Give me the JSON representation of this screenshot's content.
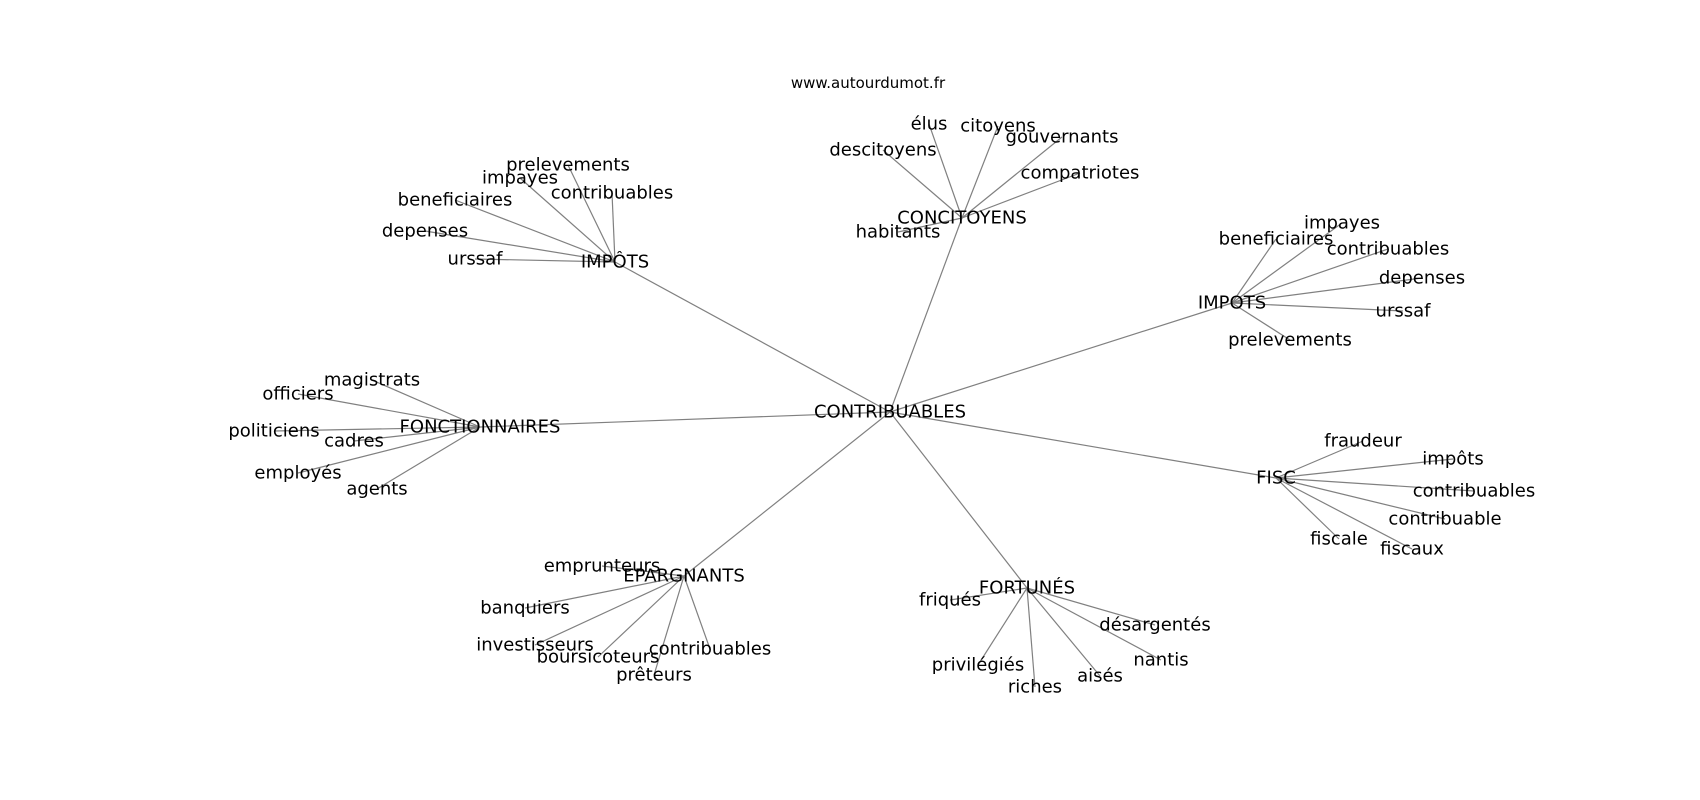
{
  "source_label": "www.autourdumot.fr",
  "root": "CONTRIBUABLES",
  "clusters": [
    {
      "hub": "IMPÔTS",
      "leaves": [
        "prelevements",
        "impayes",
        "beneficiaires",
        "contribuables",
        "depenses",
        "urssaf"
      ]
    },
    {
      "hub": "CONCITOYENS",
      "leaves": [
        "élus",
        "citoyens",
        "gouvernants",
        "descitoyens",
        "compatriotes",
        "habitants"
      ]
    },
    {
      "hub": "IMPOTS",
      "leaves": [
        "impayes",
        "beneficiaires",
        "contribuables",
        "depenses",
        "urssaf",
        "prelevements"
      ]
    },
    {
      "hub": "FONCTIONNAIRES",
      "leaves": [
        "magistrats",
        "officiers",
        "politiciens",
        "cadres",
        "employés",
        "agents"
      ]
    },
    {
      "hub": "FISC",
      "leaves": [
        "fraudeur",
        "impôts",
        "contribuables",
        "contribuable",
        "fiscale",
        "fiscaux"
      ]
    },
    {
      "hub": "EPARGNANTS",
      "leaves": [
        "emprunteurs",
        "banquiers",
        "investisseurs",
        "boursicoteurs",
        "contribuables",
        "prêteurs"
      ]
    },
    {
      "hub": "FORTUNÉS",
      "leaves": [
        "friqués",
        "désargentés",
        "nantis",
        "privilégiés",
        "riches",
        "aisés"
      ]
    }
  ]
}
